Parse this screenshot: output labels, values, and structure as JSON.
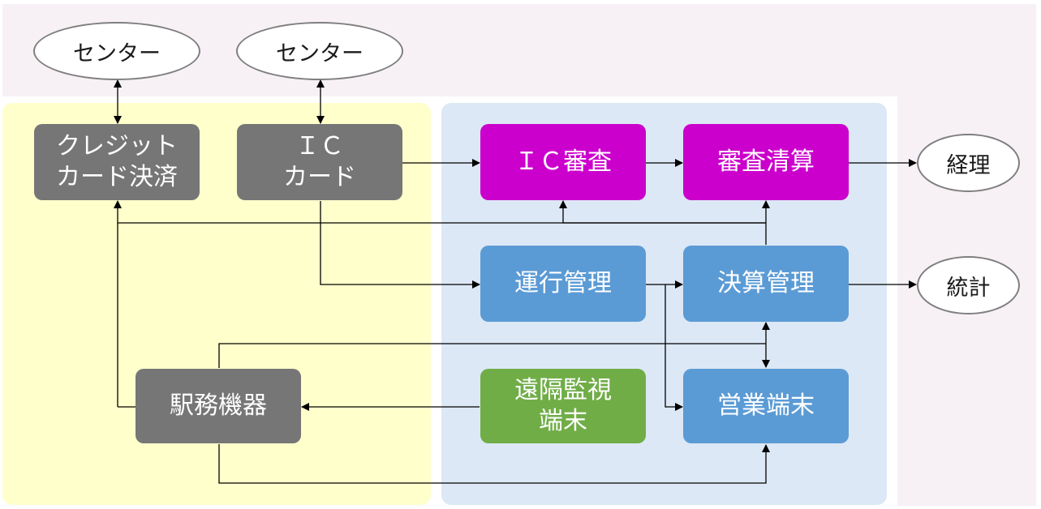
{
  "nodes": {
    "center1": "センター",
    "center2": "センター",
    "credit": [
      "クレジット",
      "カード決済"
    ],
    "ic_card": [
      "ＩＣ",
      "カード"
    ],
    "ic_audit": "ＩＣ審査",
    "audit_settlement": "審査清算",
    "accounting": "経理",
    "operation": "運行管理",
    "settlement": "決算管理",
    "statistics": "統計",
    "station": "駅務機器",
    "remote": [
      "遠隔監視",
      "端末"
    ],
    "sales": "営業端末"
  },
  "colors": {
    "gray": "#767676",
    "magenta": "#cc00cc",
    "blue": "#5b9bd5",
    "green": "#70ad47",
    "yellow_zone": "#ffffcc",
    "blue_zone": "#dce8f5",
    "outer_zone": "#f7f1f6"
  }
}
